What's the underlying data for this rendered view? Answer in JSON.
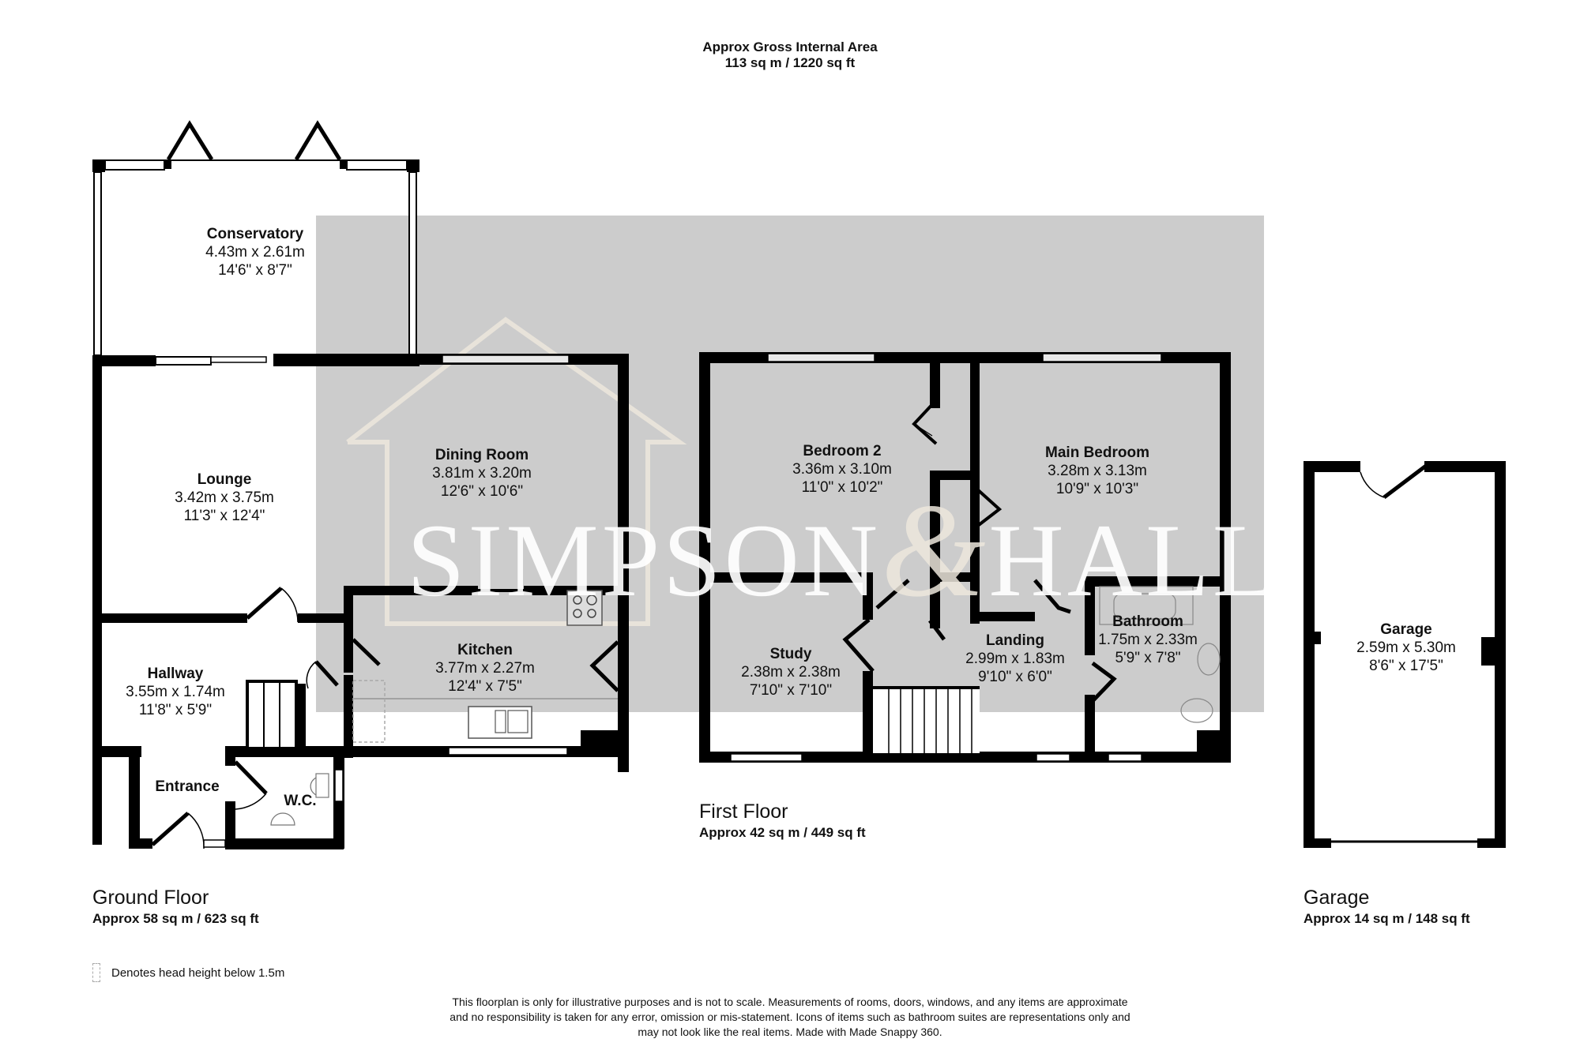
{
  "header": {
    "title": "Approx Gross Internal Area",
    "total_area": "113 sq m / 1220 sq ft"
  },
  "watermark": {
    "brand_left": "SIMPSON",
    "brand_amp": "&",
    "brand_right": "HALL",
    "box_color": "#cccccc"
  },
  "ground_floor": {
    "label": "Ground Floor",
    "area": "Approx 58 sq m / 623 sq ft",
    "rooms": [
      {
        "name": "Conservatory",
        "metric": "4.43m x 2.61m",
        "imperial": "14'6\" x 8'7\""
      },
      {
        "name": "Lounge",
        "metric": "3.42m x 3.75m",
        "imperial": "11'3\" x 12'4\""
      },
      {
        "name": "Dining Room",
        "metric": "3.81m x 3.20m",
        "imperial": "12'6\" x 10'6\""
      },
      {
        "name": "Kitchen",
        "metric": "3.77m x 2.27m",
        "imperial": "12'4\" x 7'5\""
      },
      {
        "name": "Hallway",
        "metric": "3.55m x 1.74m",
        "imperial": "11'8\" x 5'9\""
      },
      {
        "name": "Entrance",
        "metric": "",
        "imperial": ""
      },
      {
        "name": "W.C.",
        "metric": "",
        "imperial": ""
      }
    ]
  },
  "first_floor": {
    "label": "First Floor",
    "area": "Approx 42 sq m / 449 sq ft",
    "rooms": [
      {
        "name": "Bedroom 2",
        "metric": "3.36m x 3.10m",
        "imperial": "11'0\" x 10'2\""
      },
      {
        "name": "Main Bedroom",
        "metric": "3.28m x 3.13m",
        "imperial": "10'9\" x 10'3\""
      },
      {
        "name": "Study",
        "metric": "2.38m x 2.38m",
        "imperial": "7'10\" x 7'10\""
      },
      {
        "name": "Landing",
        "metric": "2.99m x 1.83m",
        "imperial": "9'10\" x 6'0\""
      },
      {
        "name": "Bathroom",
        "metric": "1.75m x 2.33m",
        "imperial": "5'9\" x 7'8\""
      }
    ]
  },
  "garage": {
    "label": "Garage",
    "area": "Approx 14 sq m / 148 sq ft",
    "rooms": [
      {
        "name": "Garage",
        "metric": "2.59m x 5.30m",
        "imperial": "8'6\" x 17'5\""
      }
    ]
  },
  "legend": {
    "icon": "dashed-box-icon",
    "text": "Denotes head height below 1.5m"
  },
  "disclaimer": {
    "line1": "This floorplan is only for illustrative purposes and is not to scale. Measurements of rooms, doors, windows, and any items are approximate",
    "line2": "and no responsibility is taken for any error, omission or mis-statement. Icons of items such as bathroom suites are representations only and",
    "line3": "may not look like the real items. Made with Made Snappy 360."
  }
}
